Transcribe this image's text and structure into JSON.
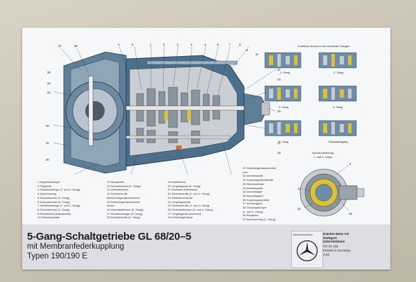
{
  "poster": {
    "title": "5-Gang-Schaltgetriebe GL 68/20–5",
    "subtitle": "mit Membranfederkupplung",
    "models": "Typen 190/190 E"
  },
  "gear_panel": {
    "heading": "Kraftfluß-Verlauf in den einzelnen Gängen",
    "gears": [
      "1. Gang",
      "2. Gang",
      "3. Gang",
      "4. Gang",
      "5. Gang",
      "Rückwärtsgang"
    ]
  },
  "synchro_panel": {
    "heading_line1": "Synchronisierung",
    "heading_line2": "1. und 2. Gang",
    "callouts": [
      "5",
      "11",
      "22",
      "45"
    ]
  },
  "cutaway_callouts": {
    "top": [
      "37",
      "36",
      "4",
      "5",
      "1",
      "2",
      "3",
      "4",
      "5",
      "6",
      "7",
      "8",
      "9",
      "10"
    ],
    "left": [
      "35",
      "34",
      "33",
      "32",
      "31",
      "30"
    ],
    "right": [
      "11",
      "12",
      "13",
      "14",
      "15",
      "16",
      "17",
      "18"
    ],
    "bottom": [
      "29",
      "28",
      "27",
      "26",
      "25",
      "24",
      "23",
      "22",
      "21",
      "20",
      "19"
    ]
  },
  "legend": {
    "col1": [
      "1  Kegelrollenlager",
      "2  Flügelrad",
      "3  Schaltschwinge (3. und 4. Gang)",
      "4  Synchronring",
      "5  Schraubenrad (1. Gang)",
      "6  Schraubenrad (3. Gang)",
      "7  Schaltschwinge (1. und 2. Gang)",
      "8  Schraubenrad (1. Gang)",
      "9  Rücklaufrad (Hauptwelle)",
      "10 Zwischenplatte"
    ],
    "col2": [
      "11 Hauptwelle",
      "12 Schraubenrad (5. Gang)",
      "13 Gelenkflansch",
      "14 Schiebemuffe",
      "    (Beschreibgehäusedeckel)",
      "15 Getriebegehäusedeckel",
      "    hinten",
      "16 Gleichlaufkörper (5. Gang)",
      "17 Schaltschwinge (5. Gang)",
      "18 Schiebemuffe (5. Gang)"
    ],
    "col3": [
      "19 Nadelkranz",
      "20 Vorgelegerad (5. Gang)",
      "21 Rücklauf-Schieberad",
      "22 Schiebemuffe (1. und 2. Gang)",
      "23 Ölablaßschraube",
      "24 Vorgelegewelle",
      "25 Schiebemuffe (3. und 4. Gang)",
      "26 Gleichlaufkörper (3. und 4. Gang)",
      "27 Vorgelegerad (konstant)",
      "28 Getriebegehäuse"
    ],
    "col4": [
      "29 Getriebegehäusedeckel",
      "     vorn",
      "30 Antriebswelle",
      "31 Kupplungsdruckplatte",
      "32 Membranfeder",
      "33 Antriebswelle",
      "34 Ausrücklager",
      "35 Ausrückgabel",
      "36 Kupplungsscheibe",
      "37 Schwungrad",
      "39 Gleichlaufkörper",
      "     (1. und 2. Gang)",
      "39 Ringfeder",
      "40 Synchronring (1. Gang)"
    ]
  },
  "footer": {
    "brand": "Mercedes-Benz",
    "company_line1": "Daimler-Benz AG",
    "company_line2": "Stuttgart-",
    "company_line3": "Untertürkheim",
    "code": "FG 21 126",
    "printed": "Printed in Germany",
    "date": "3.83"
  },
  "colors": {
    "poster_bg": "#f6f7f8",
    "band": "#dcdee4",
    "housing_blue": "#3a6a8c",
    "gear_gray": "#9aa3ab",
    "accent_yellow": "#d8c23a",
    "accent_orange": "#c8703a"
  }
}
